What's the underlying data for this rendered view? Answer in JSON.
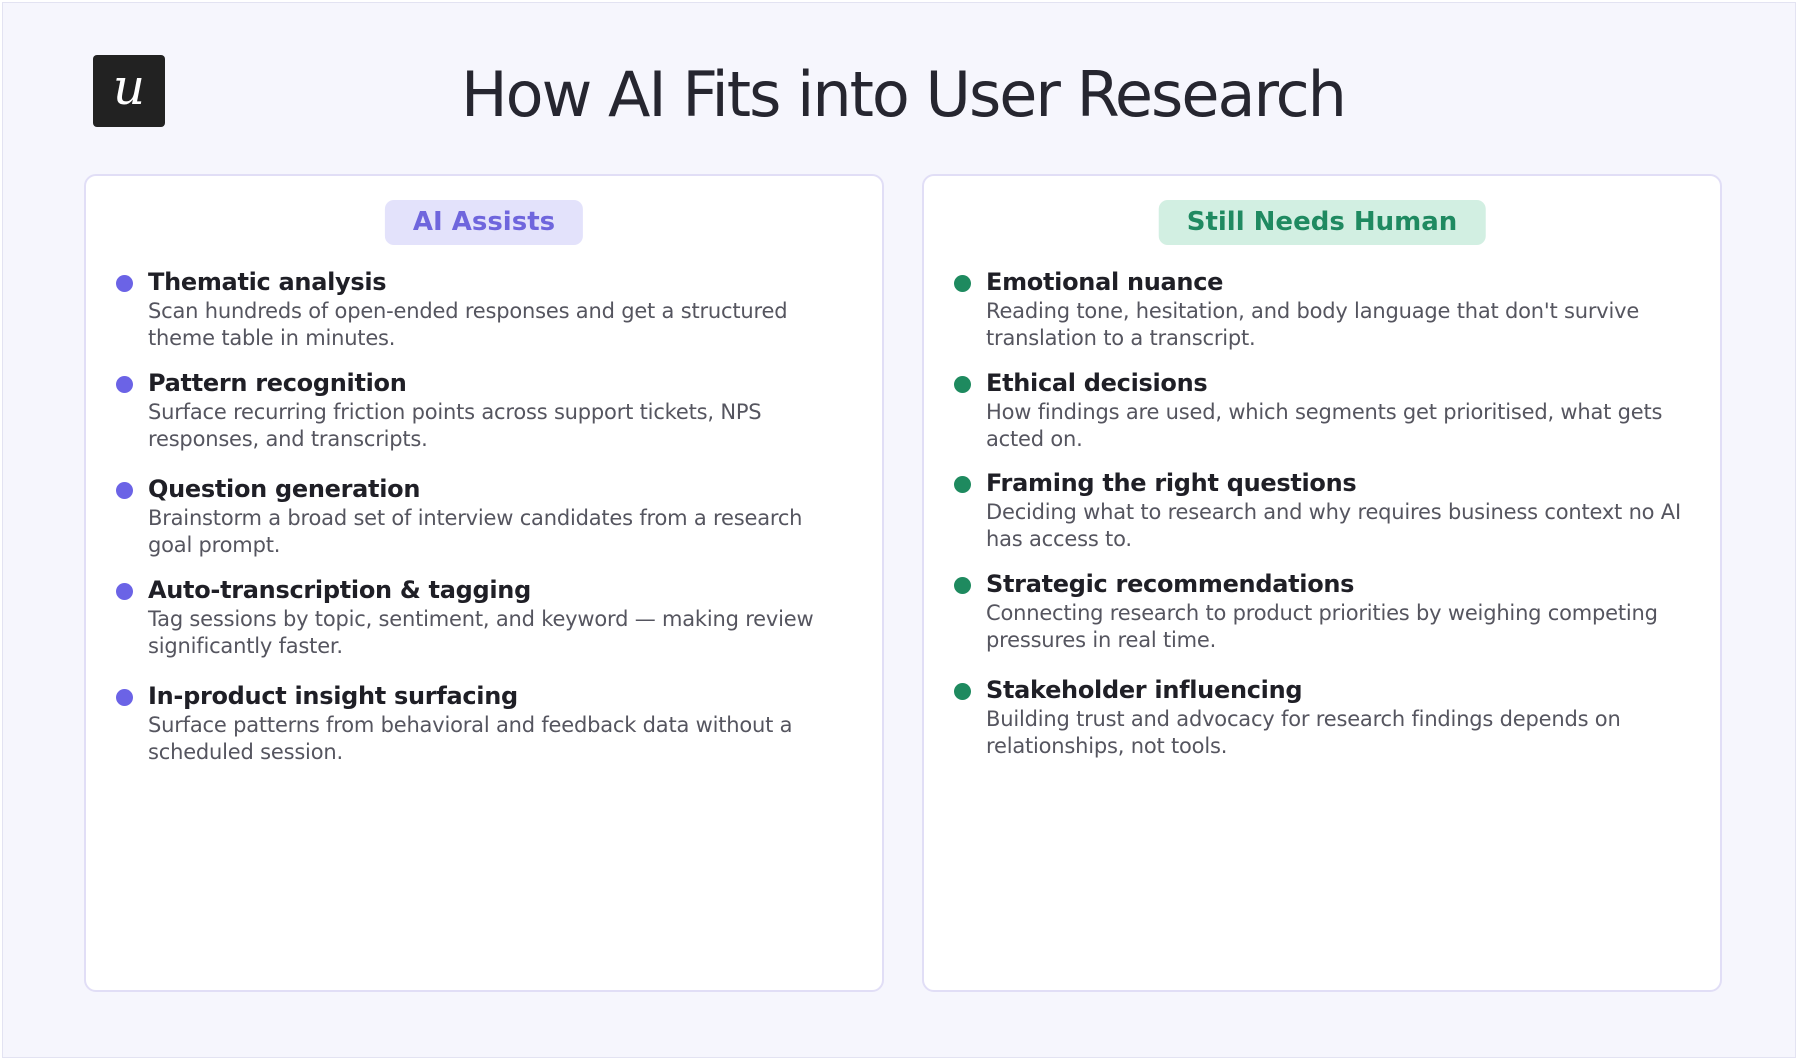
{
  "header": {
    "logo_letter": "u",
    "title": "How AI Fits into User Research"
  },
  "ai_assists": {
    "heading": "AI Assists",
    "items": [
      {
        "title": "Thematic analysis",
        "description": "Scan hundreds of open-ended responses and get a structured theme table in minutes."
      },
      {
        "title": "Pattern recognition",
        "description": "Surface recurring friction points across support tickets, NPS responses, and transcripts."
      },
      {
        "title": "Question generation",
        "description": "Brainstorm a broad set of interview candidates from a research goal prompt."
      },
      {
        "title": "Auto-transcription & tagging",
        "description": "Tag sessions by topic, sentiment, and keyword — making review significantly faster."
      },
      {
        "title": "In-product insight surfacing",
        "description": "Surface patterns from behavioral and feedback data without a scheduled session."
      }
    ]
  },
  "still_needs_human": {
    "heading": "Still Needs Human",
    "items": [
      {
        "title": "Emotional nuance",
        "description": "Reading tone, hesitation, and body language that don't survive translation to a transcript."
      },
      {
        "title": "Ethical decisions",
        "description": "How findings are used, which segments get prioritised, what gets acted on."
      },
      {
        "title": "Framing the right questions",
        "description": "Deciding what to research and why requires business context no AI has access to."
      },
      {
        "title": "Strategic recommendations",
        "description": "Connecting research to product priorities by weighing competing pressures in real time."
      },
      {
        "title": "Stakeholder influencing",
        "description": "Building trust and advocacy for research findings depends on relationships, not tools."
      }
    ]
  },
  "colors": {
    "ai_accent": "#6b63e6",
    "human_accent": "#1e8a5f"
  }
}
